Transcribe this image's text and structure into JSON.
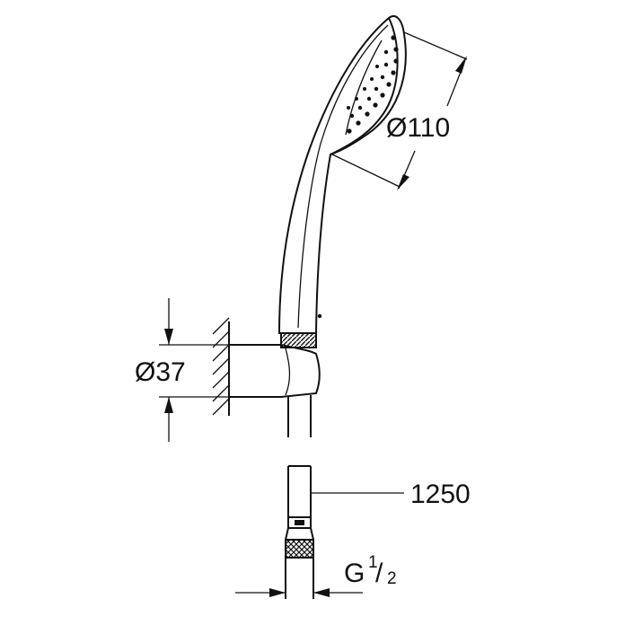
{
  "dimensions": {
    "head_diameter": "Ø110",
    "holder_diameter": "Ø37",
    "hose_length": "1250",
    "thread_main": "G",
    "thread_num": "1",
    "thread_den": "2"
  },
  "colors": {
    "line": "#111111",
    "background": "#ffffff"
  }
}
